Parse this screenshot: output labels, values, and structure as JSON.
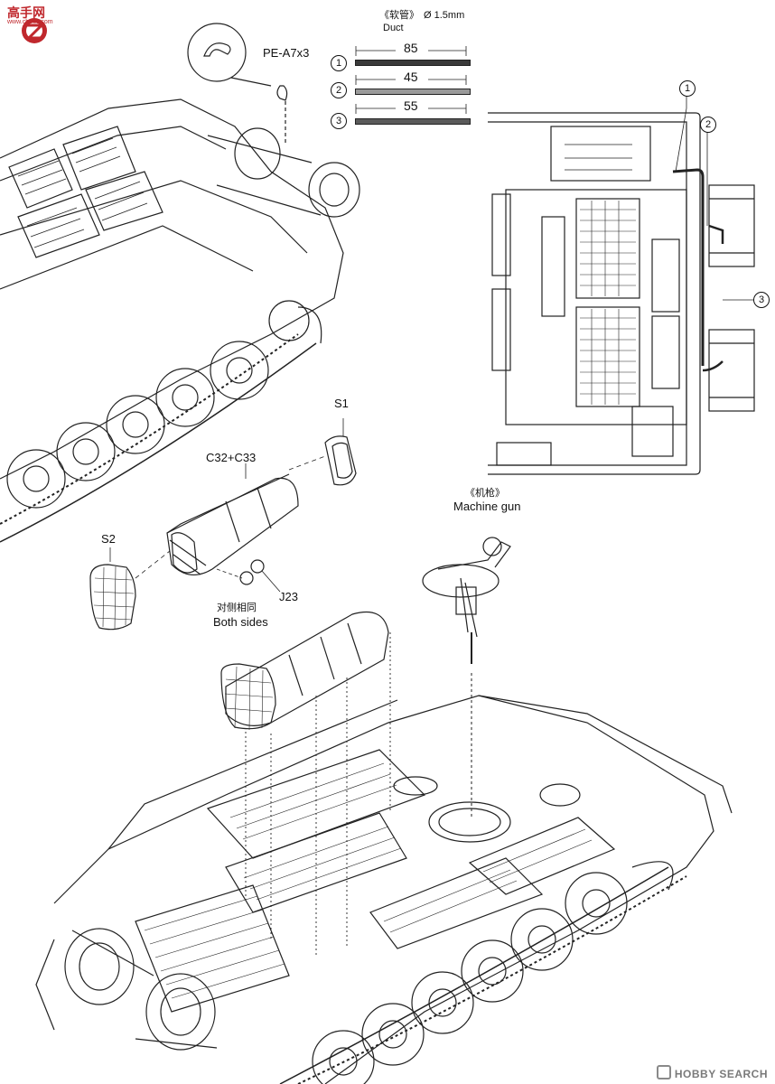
{
  "watermark": {
    "site_cn": "高手网",
    "site_url": "www.chouc.com",
    "brand_color": "#c0282d"
  },
  "parts": {
    "pe_a7": "PE-A7x3",
    "s1": "S1",
    "c32_c33": "C32+C33",
    "s2": "S2",
    "j23": "J23",
    "both_sides_cn": "对侧相同",
    "both_sides": "Both sides"
  },
  "duct": {
    "title_cn": "《软管》",
    "diameter": "Ø 1.5mm",
    "title_en": "Duct",
    "segments": [
      {
        "id": "1",
        "length": "85"
      },
      {
        "id": "2",
        "length": "45"
      },
      {
        "id": "3",
        "length": "55"
      }
    ]
  },
  "detail_callouts": [
    "1",
    "2",
    "3"
  ],
  "machine_gun": {
    "label_cn": "《机枪》",
    "label_en": "Machine gun"
  },
  "footer": {
    "brand": "HOBBY SEARCH",
    "brand_color": "#7a7a7a"
  }
}
